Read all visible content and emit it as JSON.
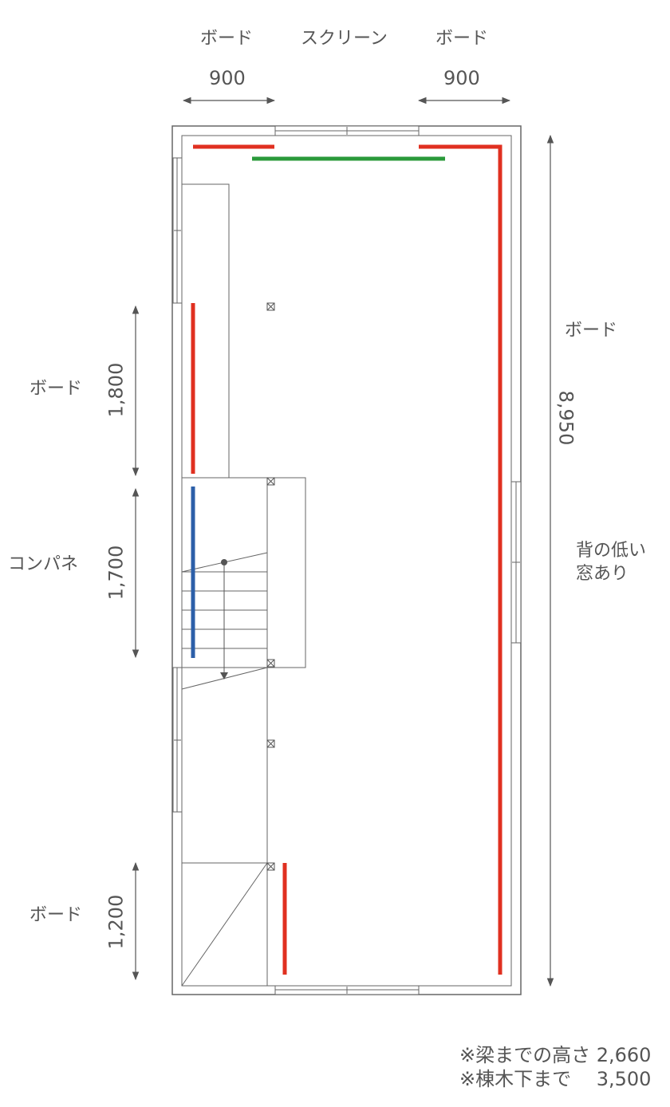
{
  "labels": {
    "top_left_board": "ボード",
    "top_screen": "スクリーン",
    "top_right_board": "ボード",
    "top_left_dim": "900",
    "top_right_dim": "900",
    "right_board": "ボード",
    "right_dim": "8,950",
    "right_window_note_1": "背の低い",
    "right_window_note_2": "窓あり",
    "left_board_1": "ボード",
    "left_dim_1": "1,800",
    "left_conpane": "コンパネ",
    "left_dim_2": "1,700",
    "left_board_2": "ボード",
    "left_dim_3": "1,200"
  },
  "notes": {
    "line1": "※梁までの高さ 2,660",
    "line2": "※棟木下まで　 3,500"
  },
  "colors": {
    "board": "#e03020",
    "screen": "#2a9a3a",
    "conpane": "#2c5fa8",
    "wall": "#666666",
    "dim": "#555555"
  }
}
